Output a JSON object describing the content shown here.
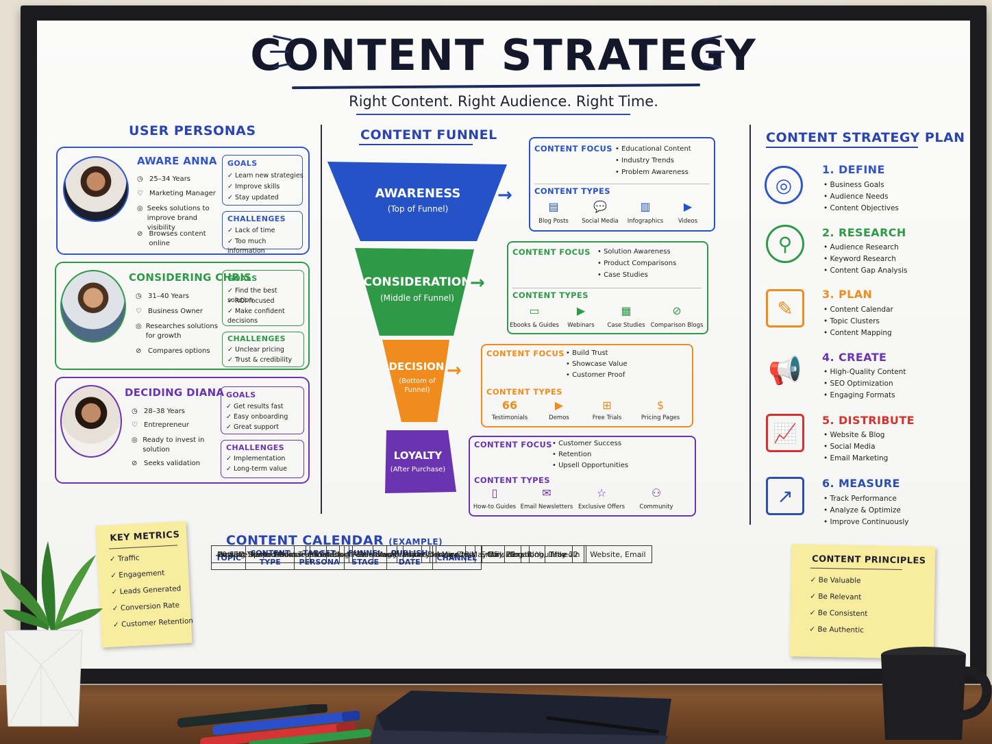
{
  "title": "CONTENT STRATEGY",
  "tagline": "Right Content. Right Audience. Right Time.",
  "personas": {
    "heading": "USER PERSONAS",
    "items": [
      {
        "name": "AWARE ANNA",
        "age": "25–34 Years",
        "role": "Marketing Manager",
        "motive": "Seeks solutions to improve brand visibility",
        "behavior": "Browses content online",
        "goals_label": "GOALS",
        "goals": [
          "Learn new strategies",
          "Improve skills",
          "Stay updated"
        ],
        "challenges_label": "CHALLENGES",
        "challenges": [
          "Lack of time",
          "Too much information"
        ],
        "color": "#2f55c9"
      },
      {
        "name": "CONSIDERING CHRIS",
        "age": "31–40 Years",
        "role": "Business Owner",
        "motive": "Researches solutions for growth",
        "behavior": "Compares options",
        "goals_label": "GOALS",
        "goals": [
          "Find the best solution",
          "ROI-focused",
          "Make confident decisions"
        ],
        "challenges_label": "CHALLENGES",
        "challenges": [
          "Unclear pricing",
          "Trust & credibility"
        ],
        "color": "#2e9a47"
      },
      {
        "name": "DECIDING DIANA",
        "age": "28–38 Years",
        "role": "Entrepreneur",
        "motive": "Ready to invest in solution",
        "behavior": "Seeks validation",
        "goals_label": "GOALS",
        "goals": [
          "Get results fast",
          "Easy onboarding",
          "Great support"
        ],
        "challenges_label": "CHALLENGES",
        "challenges": [
          "Implementation",
          "Long-term value"
        ],
        "color": "#6a3bb3"
      }
    ]
  },
  "funnel": {
    "heading": "CONTENT FUNNEL",
    "focus_label": "CONTENT FOCUS",
    "types_label": "CONTENT TYPES",
    "stages": [
      {
        "name": "AWARENESS",
        "sub": "(Top of Funnel)",
        "color": "#2652c8",
        "focus": [
          "Educational Content",
          "Industry Trends",
          "Problem Awareness"
        ],
        "types": [
          {
            "icon": "document-icon",
            "glyph": "▤",
            "label": "Blog Posts"
          },
          {
            "icon": "chat-icon",
            "glyph": "💬",
            "label": "Social Media"
          },
          {
            "icon": "infographic-icon",
            "glyph": "▥",
            "label": "Infographics"
          },
          {
            "icon": "play-icon",
            "glyph": "▶",
            "label": "Videos"
          }
        ]
      },
      {
        "name": "CONSIDERATION",
        "sub": "(Middle of Funnel)",
        "color": "#2e9a47",
        "focus": [
          "Solution Awareness",
          "Product Comparisons",
          "Case Studies"
        ],
        "types": [
          {
            "icon": "book-icon",
            "glyph": "▭",
            "label": "Ebooks & Guides"
          },
          {
            "icon": "video-icon",
            "glyph": "▶",
            "label": "Webinars"
          },
          {
            "icon": "case-icon",
            "glyph": "▦",
            "label": "Case Studies"
          },
          {
            "icon": "link-icon",
            "glyph": "⊘",
            "label": "Comparison Blogs"
          }
        ]
      },
      {
        "name": "DECISION",
        "sub": "(Bottom of Funnel)",
        "color": "#ef8c1d",
        "focus": [
          "Build Trust",
          "Showcase Value",
          "Customer Proof"
        ],
        "types": [
          {
            "icon": "quote-icon",
            "glyph": "66",
            "label": "Testimonials"
          },
          {
            "icon": "demo-icon",
            "glyph": "▶",
            "label": "Demos"
          },
          {
            "icon": "gift-icon",
            "glyph": "⊞",
            "label": "Free Trials"
          },
          {
            "icon": "dollar-icon",
            "glyph": "$",
            "label": "Pricing Pages"
          }
        ]
      },
      {
        "name": "LOYALTY",
        "sub": "(After Purchase)",
        "color": "#6a34b0",
        "focus": [
          "Customer Success",
          "Retention",
          "Upsell Opportunities"
        ],
        "types": [
          {
            "icon": "guide-icon",
            "glyph": "▯",
            "label": "How-to Guides"
          },
          {
            "icon": "mail-icon",
            "glyph": "✉",
            "label": "Email Newsletters"
          },
          {
            "icon": "star-icon",
            "glyph": "☆",
            "label": "Exclusive Offers"
          },
          {
            "icon": "community-icon",
            "glyph": "⚇",
            "label": "Community"
          }
        ]
      }
    ]
  },
  "plan": {
    "heading": "CONTENT STRATEGY PLAN",
    "steps": [
      {
        "title": "1. DEFINE",
        "icon": "target-icon",
        "glyph": "◎",
        "color": "#2f55c9",
        "items": [
          "Business Goals",
          "Audience Needs",
          "Content Objectives"
        ]
      },
      {
        "title": "2. RESEARCH",
        "icon": "magnifier-icon",
        "glyph": "⚲",
        "color": "#2e9a47",
        "items": [
          "Audience Research",
          "Keyword Research",
          "Content Gap Analysis"
        ]
      },
      {
        "title": "3. PLAN",
        "icon": "pencil-icon",
        "glyph": "✎",
        "color": "#ef8c1d",
        "items": [
          "Content Calendar",
          "Topic Clusters",
          "Content Mapping"
        ]
      },
      {
        "title": "4. CREATE",
        "icon": "megaphone-icon",
        "glyph": "📢",
        "color": "#6a34b0",
        "items": [
          "High-Quality Content",
          "SEO Optimization",
          "Engaging Formats"
        ]
      },
      {
        "title": "5. DISTRIBUTE",
        "icon": "chart-icon",
        "glyph": "📈",
        "color": "#d6312b",
        "items": [
          "Website & Blog",
          "Social Media",
          "Email Marketing"
        ]
      },
      {
        "title": "6. MEASURE",
        "icon": "trend-icon",
        "glyph": "↗",
        "color": "#2a4fae",
        "items": [
          "Track Performance",
          "Analyze & Optimize",
          "Improve Continuously"
        ]
      }
    ]
  },
  "calendar": {
    "heading": "CONTENT CALENDAR",
    "heading_note": "(EXAMPLE)",
    "columns": [
      "TOPIC",
      "CONTENT TYPE",
      "TARGET PERSONA",
      "FUNNEL STAGE",
      "PUBLISH DATE",
      "CHANNEL"
    ],
    "rows": [
      [
        "10 SEO Tips to Boost Traffic",
        "Blog Post",
        "Aware Anna",
        "Awareness",
        "May 20",
        "Blog, LinkedIn"
      ],
      [
        "How We Helped X Increase Leads",
        "Case Study",
        "Considering Chris",
        "Consideration",
        "May 22",
        "Website, Email"
      ],
      [
        "Product Demo Webinar",
        "Webinar",
        "Deciding Diana",
        "Decision",
        "May 25",
        "Email, YouTube"
      ],
      [
        "Getting Started Guide",
        "Guide",
        "All Personas",
        "Loyalty",
        "May 28",
        "Email, Blog"
      ]
    ]
  },
  "key_metrics": {
    "heading": "KEY METRICS",
    "items": [
      "Traffic",
      "Engagement",
      "Leads Generated",
      "Conversion Rate",
      "Customer Retention"
    ]
  },
  "principles": {
    "heading": "CONTENT PRINCIPLES",
    "items": [
      "Be Valuable",
      "Be Relevant",
      "Be Consistent",
      "Be Authentic"
    ]
  }
}
